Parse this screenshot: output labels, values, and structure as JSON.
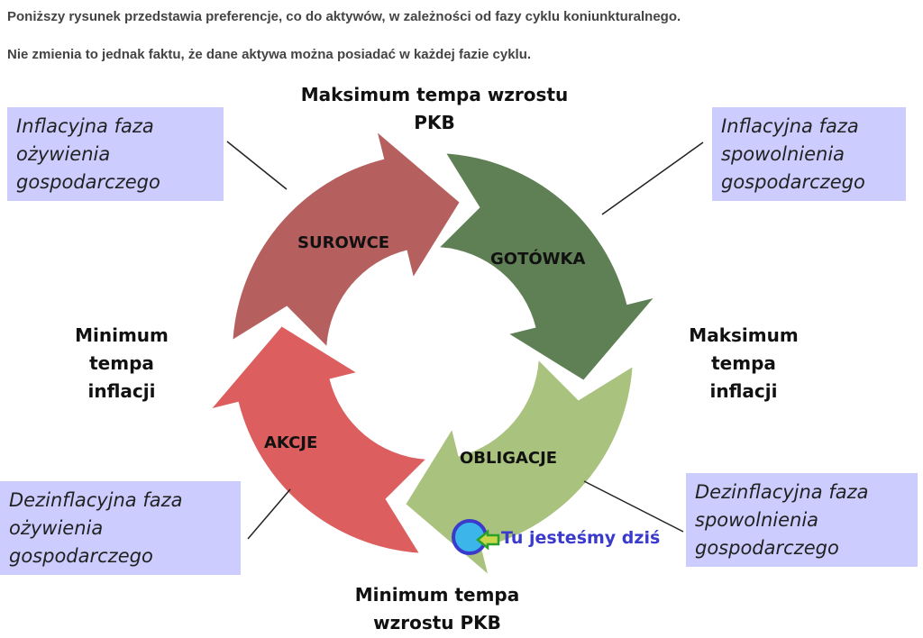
{
  "intro": {
    "line1": "Poniższy rysunek przedstawia preferencje, co do aktywów, w zależności od fazy cyklu koniunkturalnego.",
    "line2": "Nie zmienia to jednak faktu, że dane aktywa można posiadać w każdej fazie cyklu."
  },
  "diagram": {
    "top_label": [
      "Maksimum tempa wzrostu",
      "PKB"
    ],
    "bottom_label": [
      "Minimum tempa",
      "wzrostu PKB"
    ],
    "left_label": [
      "Minimum",
      "tempa",
      "inflacji"
    ],
    "right_label": [
      "Maksimum",
      "tempa",
      "inflacji"
    ],
    "segments": [
      {
        "label": "SUROWCE",
        "color": "#b5605f"
      },
      {
        "label": "GOTÓWKA",
        "color": "#5f8055"
      },
      {
        "label": "OBLIGACJE",
        "color": "#a9c27d"
      },
      {
        "label": "AKCJE",
        "color": "#dc5e5e"
      }
    ],
    "phases": {
      "top_left": [
        "Inflacyjna faza",
        "ożywienia",
        "gospodarczego"
      ],
      "top_right": [
        "Inflacyjna faza",
        "spowolnienia",
        "gospodarczego"
      ],
      "bottom_left": [
        "Dezinflacyjna faza",
        "ożywienia",
        "gospodarczego"
      ],
      "bottom_right": [
        "Dezinflacyjna faza",
        "spowolnienia",
        "gospodarczego"
      ]
    },
    "marker": {
      "label": "Tu jesteśmy dziś",
      "text_color": "#3a3acc"
    }
  }
}
